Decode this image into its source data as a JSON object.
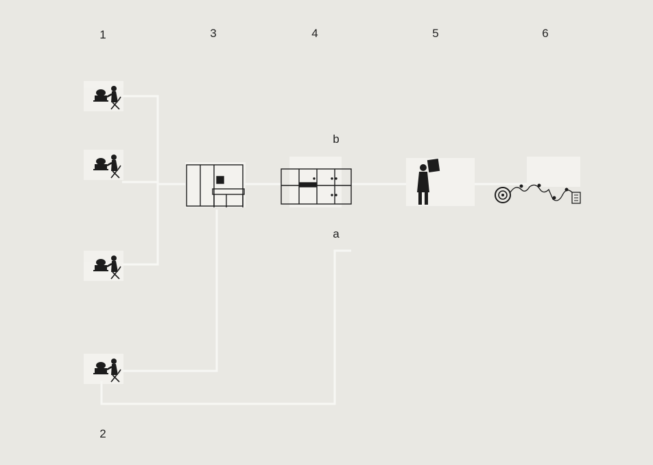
{
  "column_labels": [
    "1",
    "3",
    "4",
    "5",
    "6"
  ],
  "bottom_label": "2",
  "connection_labels": {
    "upper": "b",
    "lower": "a"
  },
  "colors": {
    "background": "#e9e8e3",
    "connector": "#f7f7f4",
    "ink": "#1c1c1c"
  },
  "icons": [
    "operator-at-keypunch-icon",
    "operator-at-keypunch-icon",
    "operator-at-keypunch-icon",
    "operator-at-keypunch-icon",
    "computer-system-icon",
    "storage-cabinet-icon",
    "person-holding-document-icon",
    "tape-reel-printer-icon"
  ]
}
